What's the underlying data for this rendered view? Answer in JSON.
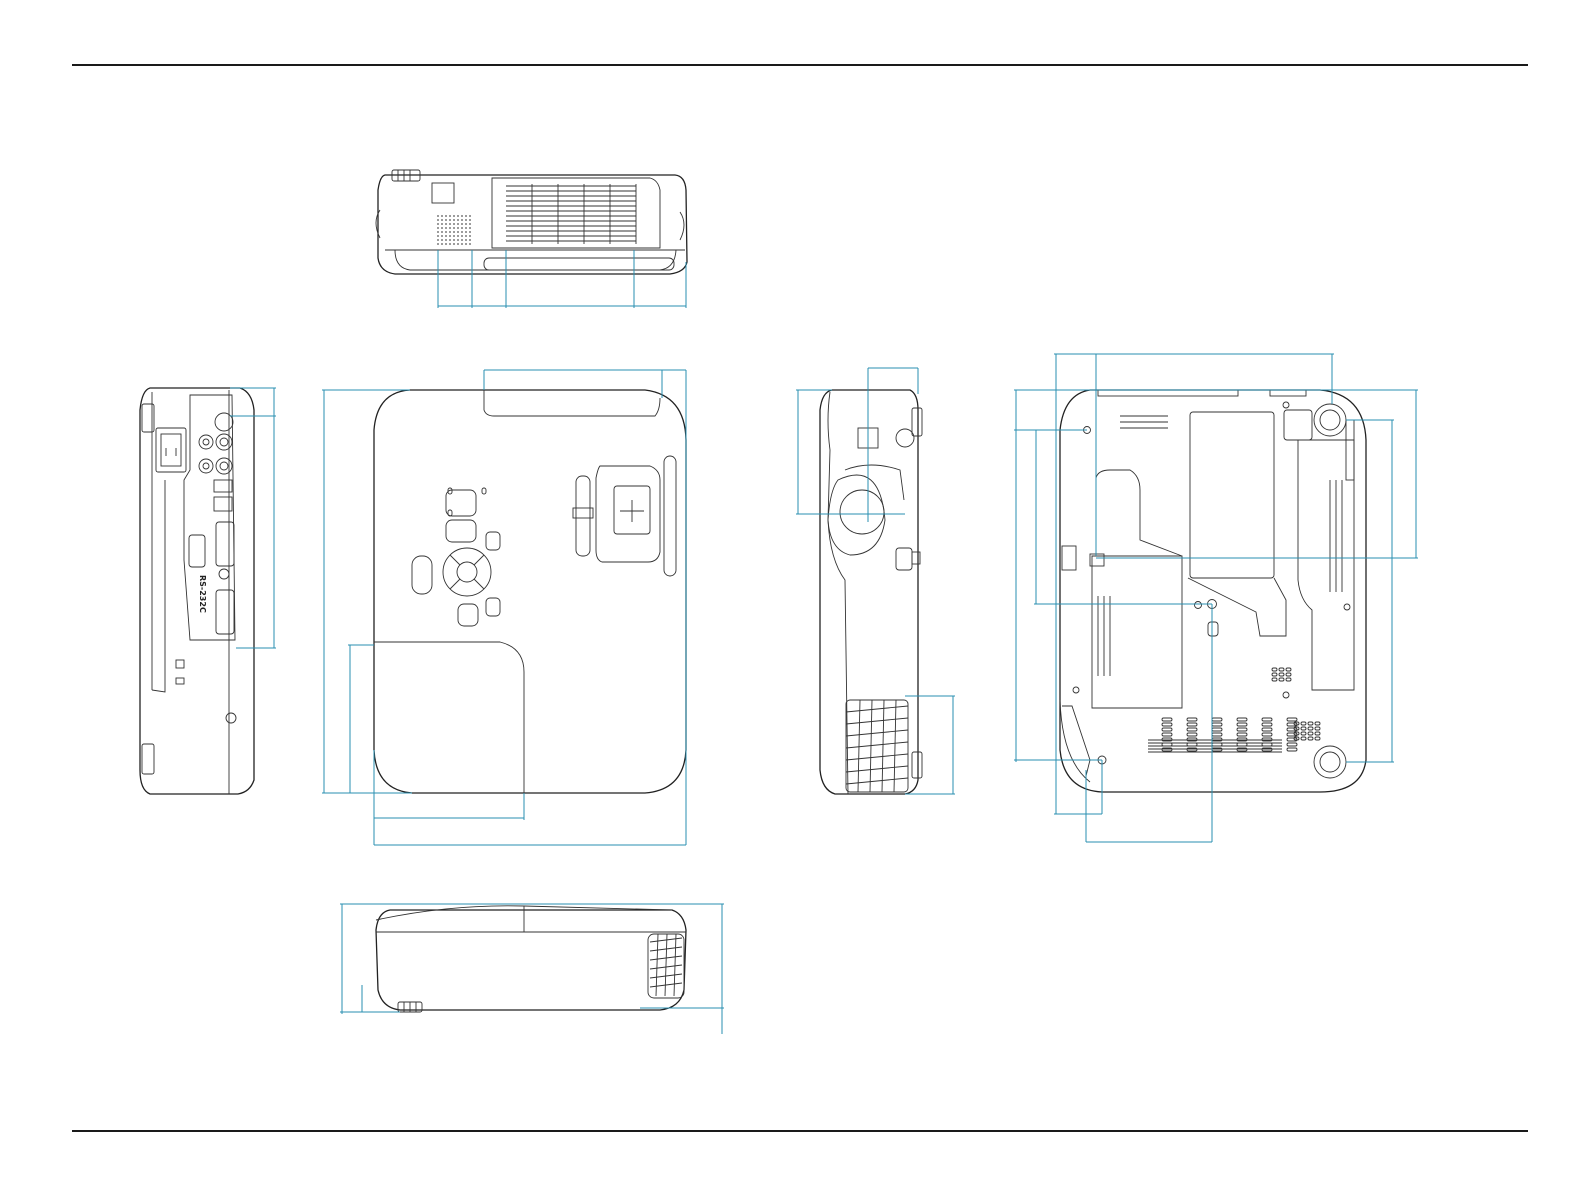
{
  "colors": {
    "outline": "#222222",
    "dimension_line": "#2a8fb0",
    "rule": "#1a1a1a",
    "background": "#ffffff"
  },
  "views": {
    "top": "top-view",
    "left": "left-side-view",
    "front": "front-view",
    "right": "right-side-view",
    "bottom": "bottom-view",
    "rear": "rear-view"
  },
  "labels": {
    "rs232c": "RS-232C"
  }
}
